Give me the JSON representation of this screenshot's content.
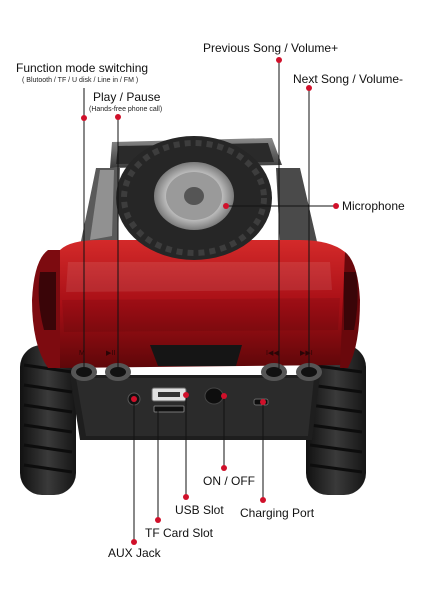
{
  "labels": {
    "function_mode": "Function mode switching",
    "function_mode_sub": "( Blutooth / TF / U disk / Line in / FM )",
    "play_pause": "Play / Pause",
    "play_pause_sub": "(Hands-free phone call)",
    "prev_song": "Previous Song / Volume+",
    "next_song": "Next Song / Volume-",
    "microphone": "Microphone",
    "on_off": "ON / OFF",
    "usb_slot": "USB Slot",
    "charging_port": "Charging Port",
    "tf_card_slot": "TF Card Slot",
    "aux_jack": "AUX Jack"
  },
  "button_marks": {
    "left_1": "M",
    "left_2": "▶II",
    "right_1": "I◀◀",
    "right_2": "▶▶I"
  },
  "colors": {
    "body_red": "#b3121a",
    "body_dark_red": "#6e0a0e",
    "tire": "#2a2a2a",
    "marker_red": "#d0102a",
    "chassis": "#1c1c1c"
  }
}
